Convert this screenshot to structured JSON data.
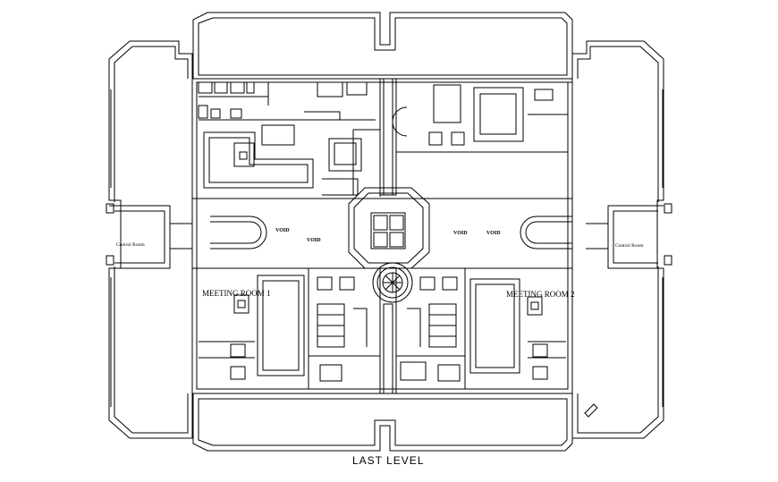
{
  "drawing": {
    "caption": "LAST LEVEL",
    "labels": {
      "void_1": "VOID",
      "void_2": "VOID",
      "void_3": "VOID",
      "void_4": "VOID",
      "meeting_room_1": "MEETING ROOM 1",
      "meeting_room_2": "MEETING ROOM 2",
      "control_room_left": "Control Room",
      "control_room_right": "Control Room"
    },
    "colors": {
      "line": "#000000",
      "background": "#ffffff"
    }
  }
}
